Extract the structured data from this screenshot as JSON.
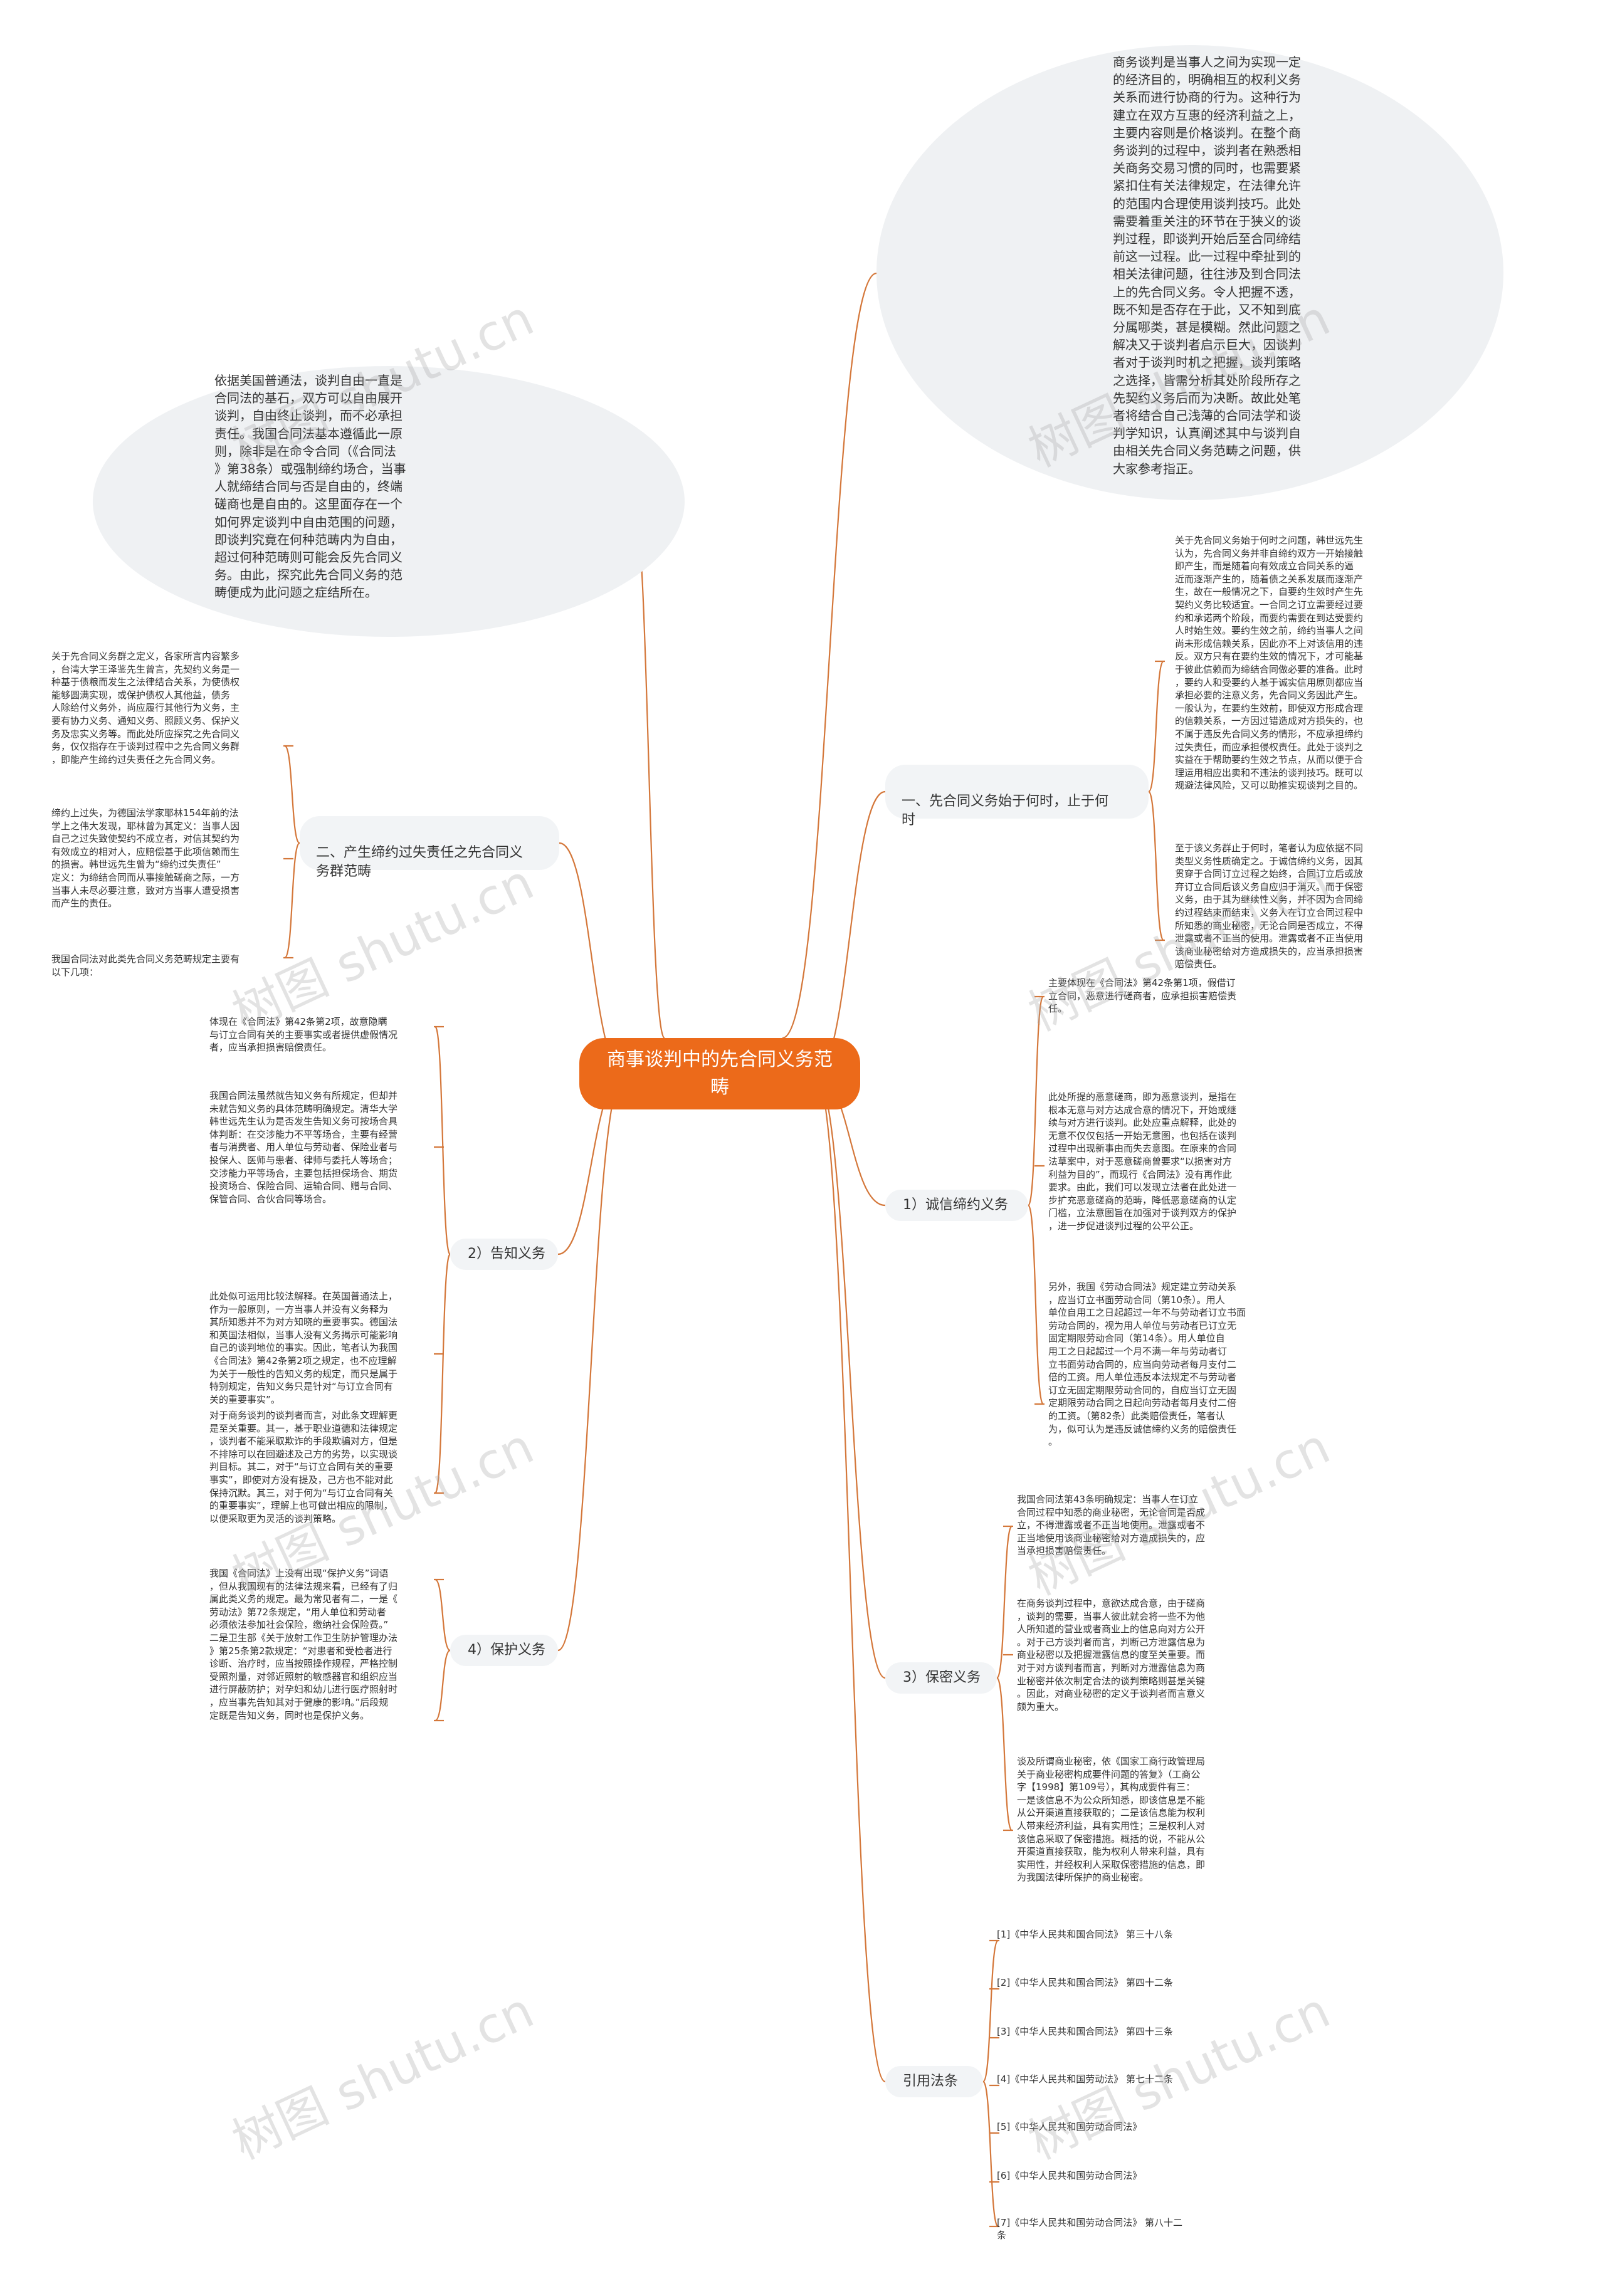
{
  "root": {
    "label": "商事谈判中的先合同义务范畴"
  },
  "intro_right": "商务谈判是当事人之间为实现一定\n的经济目的，明确相互的权利义务\n关系而进行协商的行为。这种行为\n建立在双方互惠的经济利益之上，\n主要内容则是价格谈判。在整个商\n务谈判的过程中，谈判者在熟悉相\n关商务交易习惯的同时，也需要紧\n紧扣住有关法律规定，在法律允许\n的范围内合理使用谈判技巧。此处\n需要着重关注的环节在于狭义的谈\n判过程，即谈判开始后至合同缔结\n前这一过程。此一过程中牵扯到的\n相关法律问题，往往涉及到合同法\n上的先合同义务。令人把握不透，\n既不知是否存在于此，又不知到底\n分属哪类，甚是模糊。然此问题之\n解决又于谈判者启示巨大，因谈判\n者对于谈判时机之把握，谈判策略\n之选择，皆需分析其处阶段所存之\n先契约义务后而为决断。故此处笔\n者将结合自己浅薄的合同法学和谈\n判学知识，认真阐述其中与谈判自\n由相关先合同义务范畴之问题，供\n大家参考指正。",
  "intro_left": "依据美国普通法，谈判自由一直是\n合同法的基石，双方可以自由展开\n谈判，自由终止谈判，而不必承担\n责任。我国合同法基本遵循此一原\n则，除非是在命令合同（《合同法\n》第38条）或强制缔约场合，当事\n人就缔结合同与否是自由的，终端\n磋商也是自由的。这里面存在一个\n如何界定谈判中自由范围的问题，\n即谈判究竟在何种范畴内为自由，\n超过何种范畴则可能会反先合同义\n务。由此，探究此先合同义务的范\n畴便成为此问题之症结所在。",
  "branches": {
    "b1": {
      "label": "一、先合同义务始于何时，止于何\n时",
      "leaves": [
        "关于先合同义务始于何时之问题，韩世远先生\n认为，先合同义务并非自缔约双方一开始接触\n即产生，而是随着向有效成立合同关系的逼\n近而逐渐产生的，随着债之关系发展而逐渐产\n生，故在一般情况之下，自要约生效时产生先\n契约义务比较适宜。一合同之订立需要经过要\n约和承诺两个阶段，而要约需要在到达受要约\n人时始生效。要约生效之前，缔约当事人之间\n尚未形成信赖关系，因此亦不上对该信用的违\n反。双方只有在要约生效的情况下，才可能基\n于彼此信赖而为缔结合同做必要的准备。此时\n，要约人和受要约人基于诚实信用原则都应当\n承担必要的注意义务，先合同义务因此产生。\n一般认为，在要约生效前，即使双方形成合理\n的信赖关系，一方因过错造成对方损失的，也\n不属于违反先合同义务的情形，不应承担缔约\n过失责任，而应承担侵权责任。此处于谈判之\n实益在于帮助要约生效之节点，从而以便于合\n理运用相应出卖和不违法的谈判技巧。既可以\n规避法律风险，又可以助推实现谈判之目的。",
        "至于该义务群止于何时，笔者认为应依据不同\n类型义务性质确定之。于诚信缔约义务，因其\n贯穿于合同订立过程之始终，合同订立后或放\n弃订立合同后该义务自应归于消灭。而于保密\n义务，由于其为继续性义务，并不因为合同缔\n约过程结束而结束，义务人在订立合同过程中\n所知悉的商业秘密，无论合同是否成立，不得\n泄露或者不正当的使用。泄露或者不正当使用\n该商业秘密给对方造成损失的，应当承担损害\n赔偿责任。"
      ]
    },
    "b2": {
      "label": "二、产生缔约过失责任之先合同义\n务群范畴",
      "leaves": [
        "关于先合同义务群之定义，各家所言内容繁多\n，台湾大学王泽鉴先生曾言，先契约义务是一\n种基于债粮而发生之法律结合关系，为使债权\n能够圆满实现，或保护债权人其他益，债务\n人除给付义务外，尚应履行其他行为义务，主\n要有协力义务、通知义务、照顾义务、保护义\n务及忠实义务等。而此处所应探究之先合同义\n务，仅仅指存在于谈判过程中之先合同义务群\n，即能产生缔约过失责任之先合同义务。",
        "缔约上过失，为德国法学家耶林154年前的法\n学上之伟大发现，耶林曾为其定义：当事人因\n自己之过失致使契约不成立者，对信其契约为\n有效成立的相对人，应赔偿基于此项信赖而生\n的损害。韩世远先生曾为“缔约过失责任”\n定义：为缔结合同而从事接触磋商之际，一方\n当事人未尽必要注意，致对方当事人遭受损害\n而产生的责任。",
        "我国合同法对此类先合同义务范畴规定主要有\n以下几项："
      ]
    },
    "s1": {
      "label": "1）诚信缔约义务",
      "leaves": [
        "主要体现在《合同法》第42条第1项，假借订\n立合同，恶意进行磋商者，应承担损害赔偿责\n任。",
        "此处所提的恶意磋商，即为恶意谈判，是指在\n根本无意与对方达成合意的情况下，开始或继\n续与对方进行谈判。此处应重点解释，此处的\n无意不仅仅包括一开始无意图，也包括在谈判\n过程中出现新事由而失去意图。在原来的合同\n法草案中，对于恶意磋商曾要求“以损害对方\n利益为目的”，而现行《合同法》没有再作此\n要求。由此，我们可以发现立法者在此处进一\n步扩充恶意磋商的范畴，降低恶意磋商的认定\n门槛，立法意图旨在加强对于谈判双方的保护\n，进一步促进谈判过程的公平公正。",
        "另外，我国《劳动合同法》规定建立劳动关系\n，应当订立书面劳动合同（第10条）。用人\n单位自用工之日起超过一年不与劳动者订立书面\n劳动合同的，视为用人单位与劳动者已订立无\n固定期限劳动合同（第14条）。用人单位自\n用工之日起超过一个月不满一年与劳动者订\n立书面劳动合同的，应当向劳动者每月支付二\n倍的工资。用人单位违反本法规定不与劳动者\n订立无固定期限劳动合同的，自应当订立无固\n定期限劳动合同之日起向劳动者每月支付二倍\n的工资。（第82条）此类赔偿责任，笔者认\n为，似可认为是违反诚信缔约义务的赔偿责任\n。"
      ]
    },
    "s2": {
      "label": "2）告知义务",
      "leaves": [
        "体现在《合同法》第42条第2项，故意隐瞒\n与订立合同有关的主要事实或者提供虚假情况\n者，应当承担损害赔偿责任。",
        "我国合同法虽然就告知义务有所规定，但却并\n未就告知义务的具体范畴明确规定。清华大学\n韩世远先生认为是否发生告知义务可按场合具\n体判断：在交涉能力不平等场合，主要有经营\n者与消费者、用人单位与劳动者、保险业者与\n投保人、医师与患者、律师与委托人等场合；\n交涉能力平等场合，主要包括担保场合、期货\n投资场合、保险合同、运输合同、赠与合同、\n保管合同、合伙合同等场合。",
        "此处似可运用比较法解释。在英国普通法上，\n作为一般原则，一方当事人并没有义务释为\n其所知悉并不为对方知晓的重要事实。德国法\n和英国法相似，当事人没有义务揭示可能影响\n自己的谈判地位的事实。因此，笔者认为我国\n《合同法》第42条第2项之规定，也不应理解\n为关于一般性的告知义务的规定，而只是属于\n特别规定，告知义务只是针对“与订立合同有\n关的重要事实”。",
        "对于商务谈判的谈判者而言，对此条文理解更\n是至关重要。其一，基于职业道德和法律规定\n，谈判者不能采取欺诈的手段欺骗对方，但是\n不排除可以在回避述及己方的劣势，以实现谈\n判目标。其二，对于“与订立合同有关的重要\n事实”，即使对方没有提及，己方也不能对此\n保持沉默。其三，对于何为“与订立合同有关\n的重要事实”，理解上也可做出相应的限制，\n以便采取更为灵活的谈判策略。"
      ]
    },
    "s3": {
      "label": "3）保密义务",
      "leaves": [
        "我国合同法第43条明确规定：当事人在订立\n合同过程中知悉的商业秘密，无论合同是否成\n立，不得泄露或者不正当地使用。泄露或者不\n正当地使用该商业秘密给对方造成损失的，应\n当承担损害赔偿责任。",
        "在商务谈判过程中，意欲达成合意，由于磋商\n，谈判的需要，当事人彼此就会将一些不为他\n人所知道的营业或者商业上的信息向对方公开\n。对于己方谈判者而言，判断己方泄露信息为\n商业秘密以及把握泄露信息的度至关重要。而\n对于对方谈判者而言，判断对方泄露信息为商\n业秘密并依次制定合法的谈判策略则甚是关键\n。因此，对商业秘密的定义于谈判者而言意义\n颇为重大。",
        "谈及所谓商业秘密，依《国家工商行政管理局\n关于商业秘密构成要件问题的答复》（工商公\n字【1998】第109号），其构成要件有三：\n一是该信息不为公众所知悉，即该信息是不能\n从公开渠道直接获取的；二是该信息能为权利\n人带来经济利益，具有实用性；三是权利人对\n该信息采取了保密措施。概括的说，不能从公\n开渠道直接获取，能为权利人带来利益，具有\n实用性，并经权利人采取保密措施的信息，即\n为我国法律所保护的商业秘密。"
      ]
    },
    "s4": {
      "label": "4）保护义务",
      "leaves": [
        "我国《合同法》上没有出现“保护义务”词语\n，但从我国现有的法律法规来看，已经有了归\n属此类义务的规定。最为常见者有二，一是《\n劳动法》第72条规定，“用人单位和劳动者\n必须依法参加社会保险，缴纳社会保险费。”\n二是卫生部《关于放射工作卫生防护管理办法\n》第25条第2款规定：“对患者和受检者进行\n诊断、治疗时，应当按照操作规程，严格控制\n受照剂量，对邻近照射的敏感器官和组织应当\n进行屏蔽防护；对孕妇和幼儿进行医疗照射时\n，应当事先告知其对于健康的影响。”后段规\n定既是告知义务，同时也是保护义务。"
      ]
    },
    "s5": {
      "label": "引用法条",
      "leaves": [
        "[1]《中华人民共和国合同法》 第三十八条",
        "[2]《中华人民共和国合同法》 第四十二条",
        "[3]《中华人民共和国合同法》 第四十三条",
        "[4]《中华人民共和国劳动法》 第七十二条",
        "[5]《中华人民共和国劳动合同法》",
        "[6]《中华人民共和国劳动合同法》",
        "[7]《中华人民共和国劳动合同法》 第八十二\n条"
      ]
    }
  },
  "colors": {
    "accent": "#ec6a1a",
    "line": "#d4773a",
    "node_bg": "#f2f4f6",
    "cloud_bg": "#eff1f3"
  },
  "watermark": "树图 shutu.cn"
}
